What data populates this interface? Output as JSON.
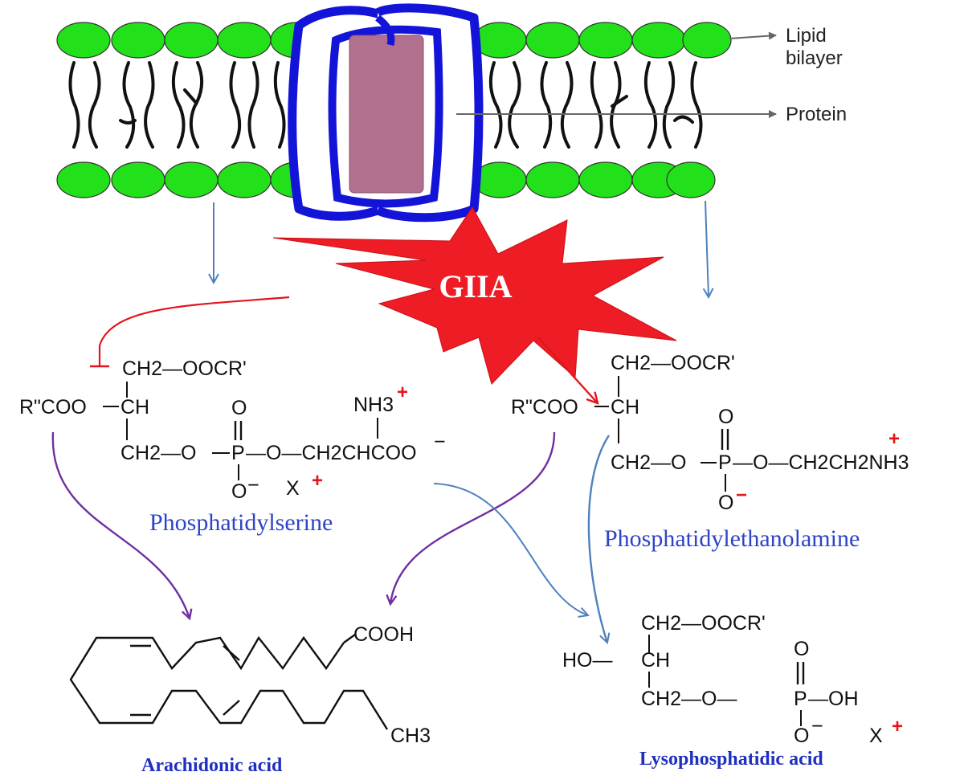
{
  "labels": {
    "lipid_bilayer": [
      "Lipid",
      "bilayer"
    ],
    "protein": "Protein",
    "enzyme": "GIIA"
  },
  "molecules": {
    "phosphatidylserine": {
      "name": "Phosphatidylserine",
      "ch2_ooc": "CH2—OOCR'",
      "rcoo": "R\"COO",
      "ch": "CH",
      "ch2_o": "CH2—O",
      "p": "P",
      "o_top": "O",
      "o_minus": "O",
      "ch2chcoo": "—O—CH2CHCOO",
      "nh3": "NH3",
      "x": "X"
    },
    "phosphatidylethanolamine": {
      "name": "Phosphatidylethanolamine",
      "ch2_ooc": "CH2—OOCR'",
      "rcoo": "R\"COO",
      "ch": "CH",
      "ch2_o": "CH2—O",
      "p": "P",
      "o_top": "O",
      "o_minus": "O",
      "tail": "—O—CH2CH2NH3"
    },
    "arachidonic_acid": {
      "name": "Arachidonic acid",
      "cooh": "COOH",
      "ch3": "CH3"
    },
    "lysophosphatidic_acid": {
      "name": "Lysophosphatidic acid",
      "ch2_ooc": "CH2—OOCR'",
      "ho": "HO—",
      "ch": "CH",
      "ch2_o": "CH2—O—",
      "p": "P",
      "oh": "—OH",
      "o_top": "O",
      "o_minus": "O",
      "x": "X"
    }
  },
  "colors": {
    "head_group": "#22e01a",
    "protein_fill": "#b2708f",
    "protein_outline": "#1414d8",
    "enzyme_burst": "#ee1c24",
    "inhibit_arrow": "#e4141b",
    "product_arrow_purple": "#7030a0",
    "product_arrow_blue": "#4f81bd",
    "molecule_name": "#2e44c8"
  }
}
